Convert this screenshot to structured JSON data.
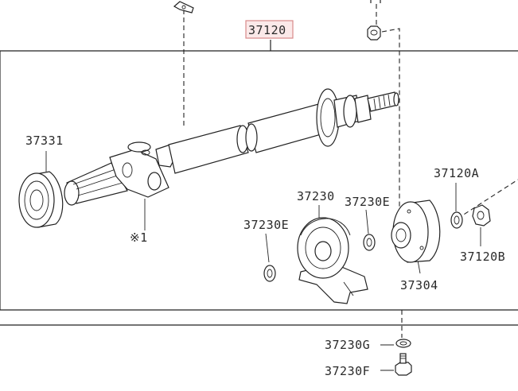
{
  "diagram": {
    "parts": [
      {
        "id": "p37120",
        "number": "37120",
        "highlighted": true
      },
      {
        "id": "p37331",
        "number": "37331"
      },
      {
        "id": "p37230",
        "number": "37230"
      },
      {
        "id": "p37230E_left",
        "number": "37230E"
      },
      {
        "id": "p37230E_right",
        "number": "37230E"
      },
      {
        "id": "p37120A",
        "number": "37120A"
      },
      {
        "id": "p37120B",
        "number": "37120B"
      },
      {
        "id": "p37304",
        "number": "37304"
      },
      {
        "id": "p37230G",
        "number": "37230G"
      },
      {
        "id": "p37230F",
        "number": "37230F"
      }
    ],
    "note_marker": "※1",
    "highlight_color": "#d98a8a"
  }
}
